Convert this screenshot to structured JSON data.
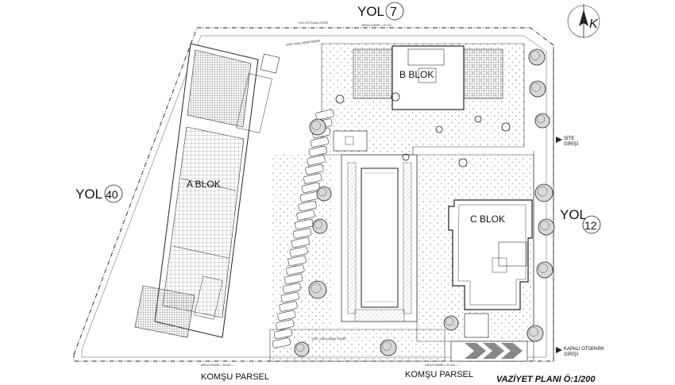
{
  "roads": {
    "top": {
      "name": "YOL",
      "number": "7"
    },
    "left": {
      "name": "YOL",
      "number": "40"
    },
    "right": {
      "name": "YOL",
      "number": "12"
    }
  },
  "neighbors": {
    "bottom_left": "KOMŞU PARSEL",
    "bottom_right": "KOMŞU PARSEL"
  },
  "blocks": {
    "a": "A BLOK",
    "b": "B BLOK",
    "c": "C BLOK"
  },
  "entrances": {
    "site": [
      "SİTE",
      "GİRİŞİ"
    ],
    "parking": [
      "KAPALI OTOPARK",
      "GİRİŞİ"
    ]
  },
  "plan_title": "VAZİYET PLANI  Ö:1/200",
  "north_mark": "K",
  "annotations": {
    "setback_top": "YAPI YAKLAŞMA SINIRI",
    "parcel_limit_top": "ARSA SINIRI---97.64---",
    "parcel_limit_bottom": "ARSA SINIRI---97.64---",
    "parcel_limit_bottom_left": "ARSA SINIRI---50.82---",
    "road_axis": "YOL KOTUNA GÖRE",
    "setback_bottom": "YAPI YAKLAŞMA SINIRI"
  }
}
